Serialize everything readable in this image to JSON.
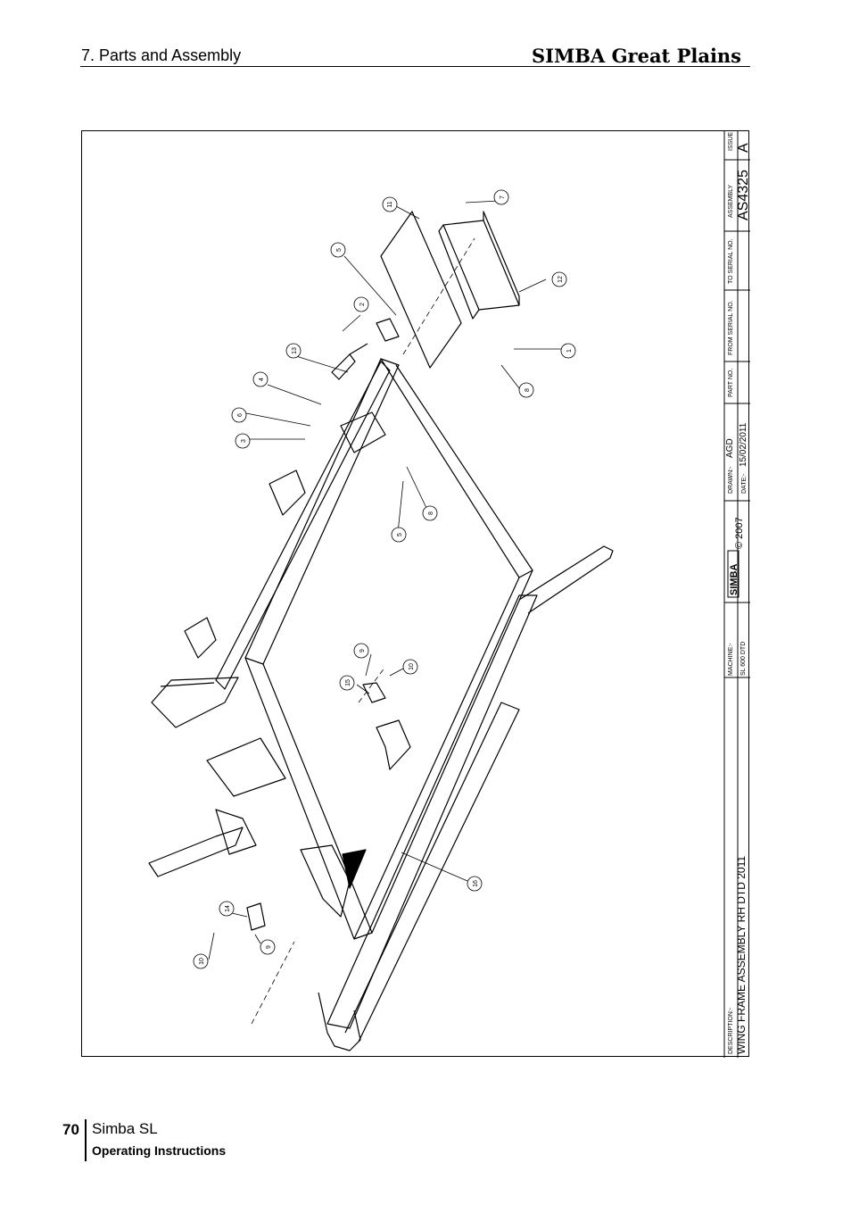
{
  "header": {
    "section_title": "7. Parts and Assembly",
    "brand": "SIMBA Great Plains"
  },
  "footer": {
    "page_number": "70",
    "title": "Simba SL",
    "subtitle": "Operating Instructions"
  },
  "title_block": {
    "issue_label": "ISSUE",
    "issue_value": "A",
    "assembly_label": "ASSEMBLY",
    "assembly_value": "AS4325",
    "to_serial_label": "TO SERIAL NO.",
    "from_serial_label": "FROM SERIAL NO.",
    "part_no_label": "PART NO.",
    "drawn_label": "DRAWN:-",
    "drawn_value": "AGD",
    "date_label": "DATE:-",
    "date_value": "15/02/2011",
    "logo_text": "SIMBA",
    "copyright": "© 2007",
    "machine_label": "MACHINE:-",
    "machine_value": "SL 600 DTD",
    "description_label": "DESCRIPTION:-",
    "description_value": "WING FRAME ASSEMBLY RH DTD 2011"
  },
  "callouts": {
    "c11": "11",
    "c7": "7",
    "c5a": "5",
    "c12": "12",
    "c2": "2",
    "c13": "13",
    "c1": "1",
    "c4": "4",
    "c8a": "8",
    "c6": "6",
    "c3": "3",
    "c8b": "8",
    "c5b": "5",
    "c9a": "9",
    "c10a": "10",
    "c15": "15",
    "c16": "16",
    "c14": "14",
    "c9b": "9",
    "c10b": "10"
  }
}
